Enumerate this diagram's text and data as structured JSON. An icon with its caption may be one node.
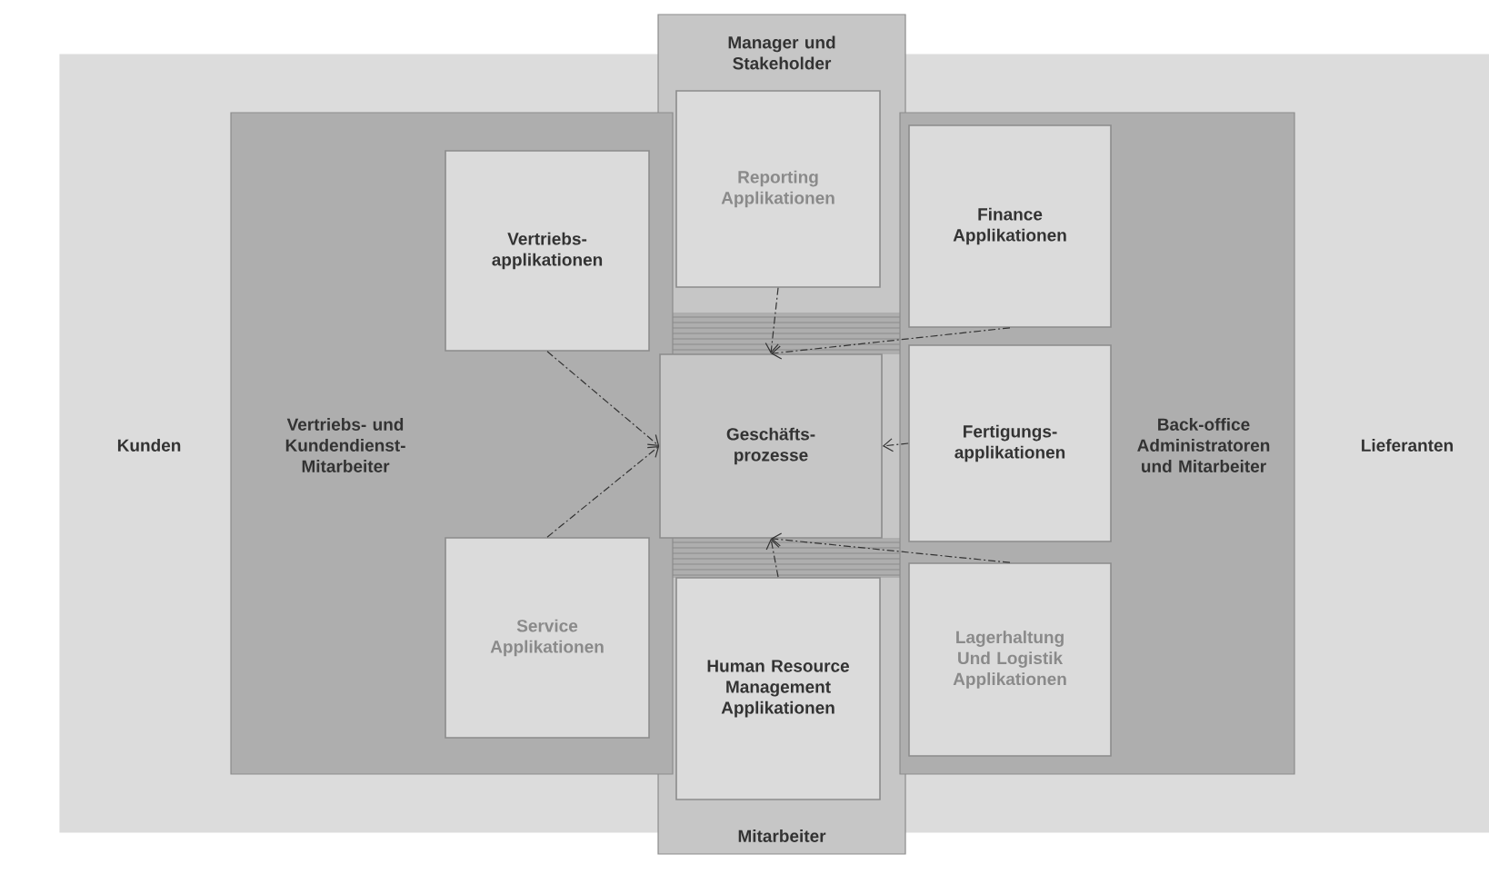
{
  "diagram": {
    "nodes": [
      {
        "text": [
          "Kunden"
        ]
      },
      {
        "text": [
          "Vertriebs- und Kundendienst-Mitarbeiter"
        ],
        "in": 0
      },
      {
        "text": [
          "Vertriebs- applikationen"
        ],
        "in": 1
      },
      {
        "text": [
          "Service Applikationen"
        ],
        "in": 1
      },
      {
        "text": [
          "Manager und Stakeholder",
          "Mitarbeiter"
        ]
      },
      {
        "text": [
          "Reporting Applikationen"
        ],
        "in": 4
      },
      {
        "text": [
          "Geschäfts- prozesse"
        ],
        "in": 4
      },
      {
        "text": [
          "Human Resource Management Applikationen"
        ],
        "in": 4
      },
      {
        "text": [
          "Back-office Administratoren und Mitarbeiter"
        ],
        "in": 12
      },
      {
        "text": [
          "Finance Applikationen"
        ],
        "in": 8
      },
      {
        "text": [
          "Fertigungs- applikationen"
        ],
        "in": 8
      },
      {
        "text": [
          "Lagerhaltung Und Logistik Applikationen"
        ],
        "in": 8
      },
      {
        "text": [
          "Lieferanten"
        ]
      }
    ],
    "edges": [
      {
        "from": 2,
        "to": 6,
        "arrow": "to",
        "style": "dashed"
      },
      {
        "from": 3,
        "to": 6,
        "arrow": "to",
        "style": "dashed"
      },
      {
        "from": 5,
        "to": 6,
        "arrow": "to",
        "style": "dashed"
      },
      {
        "from": 9,
        "to": 6,
        "arrow": "to",
        "style": "dashed"
      },
      {
        "from": 10,
        "to": 6,
        "arrow": "to",
        "style": "dashed"
      },
      {
        "from": 7,
        "to": 6,
        "arrow": "to",
        "style": "dashed"
      },
      {
        "from": 11,
        "to": 6,
        "arrow": "to",
        "style": "dashed"
      }
    ]
  }
}
